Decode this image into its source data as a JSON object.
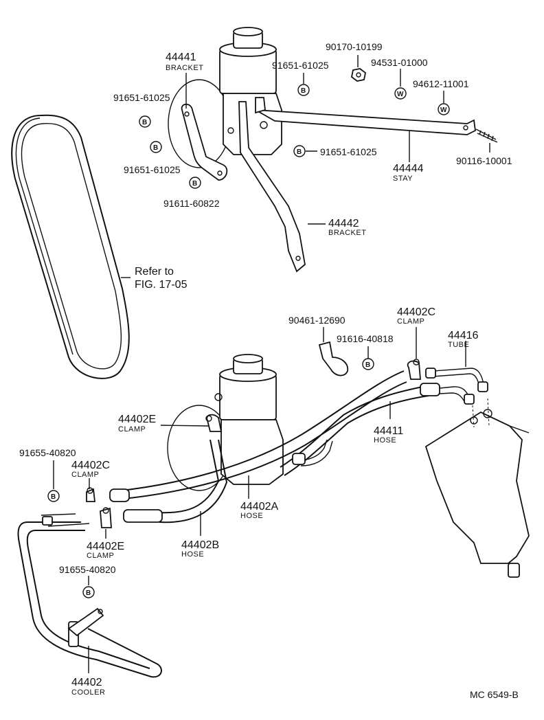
{
  "callouts": {
    "bracket_44441": {
      "number": "44441",
      "name": "BRACKET"
    },
    "bolt_91651_a": "91651-61025",
    "bolt_91651_b": "91651-61025",
    "bolt_91651_c": "91651-61025",
    "bolt_91651_d": "91651-61025",
    "bolt_91611": "91611-60822",
    "nut_90170": "90170-10199",
    "washer_94531": "94531-01000",
    "washer_94612": "94612-11001",
    "stud_90116": "90116-10001",
    "stay_44444": {
      "number": "44444",
      "name": "STAY"
    },
    "bracket_44442": {
      "number": "44442",
      "name": "BRACKET"
    },
    "refer_note": {
      "line1": "Refer to",
      "line2": "FIG. 17-05"
    },
    "clamp_90461": "90461-12690",
    "bolt_91616": "91616-40818",
    "clamp_44402C_top": {
      "number": "44402C",
      "name": "CLAMP"
    },
    "tube_44416": {
      "number": "44416",
      "name": "TUBE"
    },
    "hose_44411": {
      "number": "44411",
      "name": "HOSE"
    },
    "clamp_44402E_top": {
      "number": "44402E",
      "name": "CLAMP"
    },
    "bolt_91655_a": "91655-40820",
    "clamp_44402C_left": {
      "number": "44402C",
      "name": "CLAMP"
    },
    "hose_44402A": {
      "number": "44402A",
      "name": "HOSE"
    },
    "hose_44402B": {
      "number": "44402B",
      "name": "HOSE"
    },
    "clamp_44402E_left": {
      "number": "44402E",
      "name": "CLAMP"
    },
    "bolt_91655_b": "91655-40820",
    "cooler_44402": {
      "number": "44402",
      "name": "COOLER"
    }
  },
  "markers": {
    "bolt": "B",
    "washer": "W"
  },
  "figure_code": "MC  6549-B"
}
